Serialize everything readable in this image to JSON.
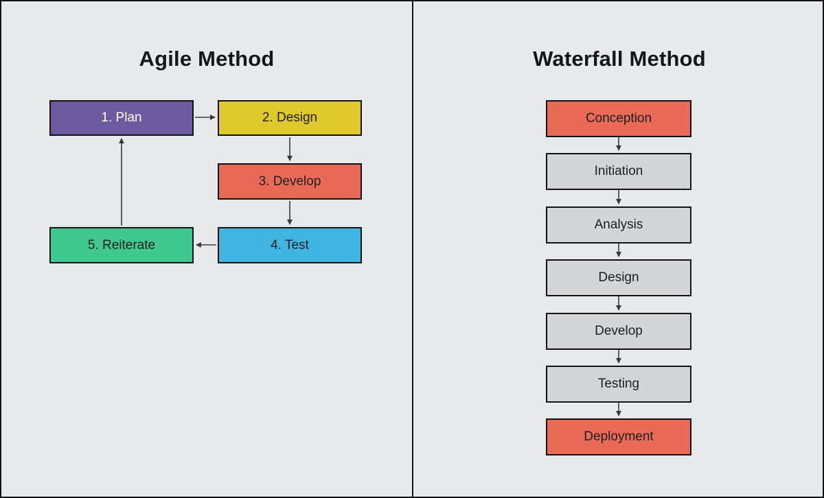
{
  "page": {
    "background_color": "#e8e9ea",
    "border_color": "#111111",
    "arrow_color": "#3a3a3a"
  },
  "agile": {
    "title": "Agile Method",
    "nodes": [
      {
        "id": "plan",
        "label": "1. Plan",
        "color": "#6b5a9e",
        "text_color": "#ffffff"
      },
      {
        "id": "design",
        "label": "2. Design",
        "color": "#e0c92c",
        "text_color": "#1d1d1f"
      },
      {
        "id": "develop",
        "label": "3. Develop",
        "color": "#e96b57",
        "text_color": "#1d1d1f"
      },
      {
        "id": "test",
        "label": "4. Test",
        "color": "#41b5e2",
        "text_color": "#1d1d1f"
      },
      {
        "id": "reiterate",
        "label": "5. Reiterate",
        "color": "#40c98e",
        "text_color": "#1d1d1f"
      }
    ],
    "edges": [
      {
        "from": "1. Plan",
        "to": "2. Design"
      },
      {
        "from": "2. Design",
        "to": "3. Develop"
      },
      {
        "from": "3. Develop",
        "to": "4. Test"
      },
      {
        "from": "4. Test",
        "to": "5. Reiterate"
      },
      {
        "from": "5. Reiterate",
        "to": "1. Plan"
      }
    ]
  },
  "waterfall": {
    "title": "Waterfall Method",
    "nodes": [
      {
        "id": "conception",
        "label": "Conception",
        "color": "#e96b57",
        "text_color": "#1d1d1f"
      },
      {
        "id": "initiation",
        "label": "Initiation",
        "color": "#d2d6d9",
        "text_color": "#1d1d1f"
      },
      {
        "id": "analysis",
        "label": "Analysis",
        "color": "#d2d6d9",
        "text_color": "#1d1d1f"
      },
      {
        "id": "design",
        "label": "Design",
        "color": "#d2d6d9",
        "text_color": "#1d1d1f"
      },
      {
        "id": "develop",
        "label": "Develop",
        "color": "#d2d6d9",
        "text_color": "#1d1d1f"
      },
      {
        "id": "testing",
        "label": "Testing",
        "color": "#d2d6d9",
        "text_color": "#1d1d1f"
      },
      {
        "id": "deployment",
        "label": "Deployment",
        "color": "#e96b57",
        "text_color": "#1d1d1f"
      }
    ],
    "edges": [
      {
        "from": "Conception",
        "to": "Initiation"
      },
      {
        "from": "Initiation",
        "to": "Analysis"
      },
      {
        "from": "Analysis",
        "to": "Design"
      },
      {
        "from": "Design",
        "to": "Develop"
      },
      {
        "from": "Develop",
        "to": "Testing"
      },
      {
        "from": "Testing",
        "to": "Deployment"
      }
    ]
  }
}
